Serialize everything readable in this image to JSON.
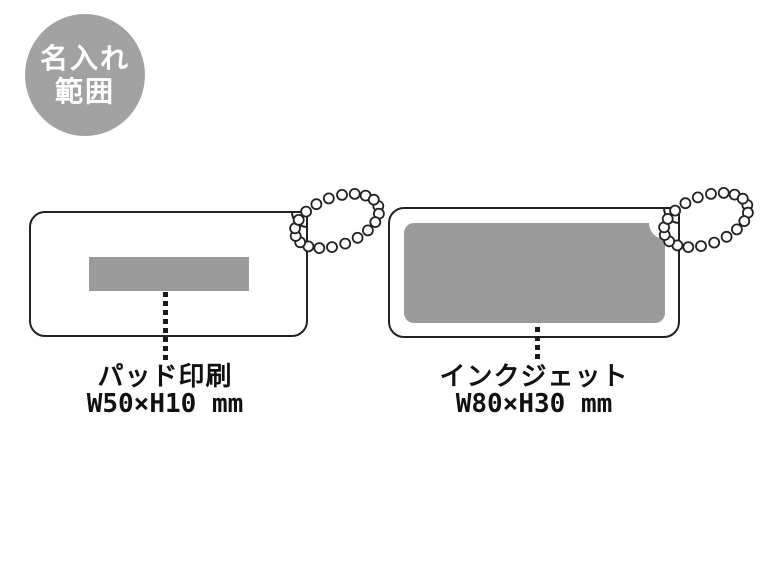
{
  "badge": {
    "line1": "名入れ",
    "line2": "範囲",
    "bg_color": "#a2a2a2",
    "text_color": "#ffffff"
  },
  "items": [
    {
      "method": "パッド印刷",
      "size": "W50×H10 mm",
      "area_color": "#9b9b9b"
    },
    {
      "method": "インクジェット",
      "size": "W80×H30 mm",
      "area_color": "#9b9b9b"
    }
  ],
  "colors": {
    "outline": "#222222",
    "text": "#111111",
    "background": "#ffffff"
  }
}
